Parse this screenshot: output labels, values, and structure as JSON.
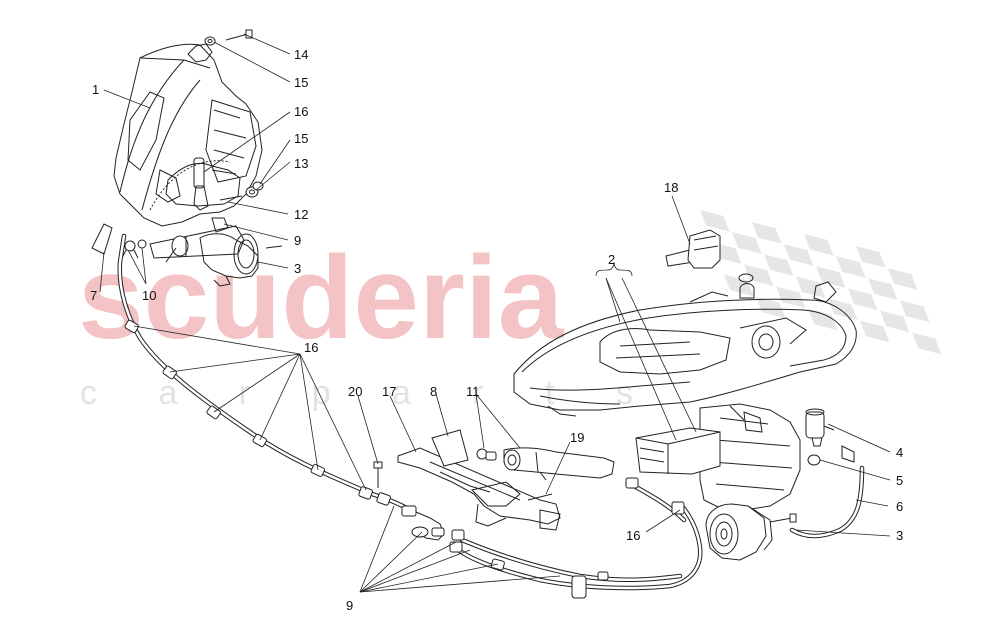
{
  "watermark": {
    "brand": "scuderia",
    "subtitle": "c a r   p a r t s",
    "brand_color": "#f4c3c6",
    "subtitle_color": "#e2e2e2",
    "flag_color": "#e6e6e6"
  },
  "callouts": [
    {
      "id": "c1",
      "label": "1"
    },
    {
      "id": "c14",
      "label": "14"
    },
    {
      "id": "c15a",
      "label": "15"
    },
    {
      "id": "c16a",
      "label": "16"
    },
    {
      "id": "c15b",
      "label": "15"
    },
    {
      "id": "c13",
      "label": "13"
    },
    {
      "id": "c12",
      "label": "12"
    },
    {
      "id": "c9a",
      "label": "9"
    },
    {
      "id": "c3a",
      "label": "3"
    },
    {
      "id": "c7",
      "label": "7"
    },
    {
      "id": "c10",
      "label": "10"
    },
    {
      "id": "c16b",
      "label": "16"
    },
    {
      "id": "c20",
      "label": "20"
    },
    {
      "id": "c17",
      "label": "17"
    },
    {
      "id": "c8",
      "label": "8"
    },
    {
      "id": "c11",
      "label": "11"
    },
    {
      "id": "c19",
      "label": "19"
    },
    {
      "id": "c18",
      "label": "18"
    },
    {
      "id": "c2",
      "label": "2"
    },
    {
      "id": "c4",
      "label": "4"
    },
    {
      "id": "c5",
      "label": "5"
    },
    {
      "id": "c6",
      "label": "6"
    },
    {
      "id": "c3b",
      "label": "3"
    },
    {
      "id": "c16c",
      "label": "16"
    },
    {
      "id": "c9b",
      "label": "9"
    }
  ]
}
